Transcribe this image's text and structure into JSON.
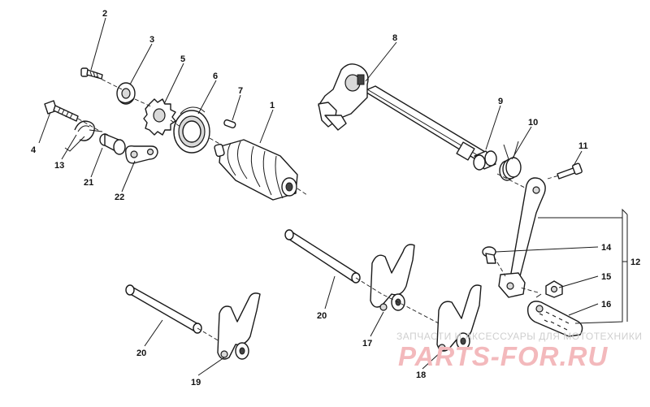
{
  "callouts": [
    {
      "id": "1",
      "label": "1"
    },
    {
      "id": "2",
      "label": "2"
    },
    {
      "id": "3",
      "label": "3"
    },
    {
      "id": "4",
      "label": "4"
    },
    {
      "id": "5",
      "label": "5"
    },
    {
      "id": "6",
      "label": "6"
    },
    {
      "id": "7",
      "label": "7"
    },
    {
      "id": "8",
      "label": "8"
    },
    {
      "id": "9",
      "label": "9"
    },
    {
      "id": "10",
      "label": "10"
    },
    {
      "id": "11",
      "label": "11"
    },
    {
      "id": "12",
      "label": "12"
    },
    {
      "id": "13",
      "label": "13"
    },
    {
      "id": "14",
      "label": "14"
    },
    {
      "id": "15",
      "label": "15"
    },
    {
      "id": "16",
      "label": "16"
    },
    {
      "id": "17",
      "label": "17"
    },
    {
      "id": "18",
      "label": "18"
    },
    {
      "id": "19",
      "label": "19"
    },
    {
      "id": "20a",
      "label": "20"
    },
    {
      "id": "20b",
      "label": "20"
    },
    {
      "id": "21",
      "label": "21"
    },
    {
      "id": "22",
      "label": "22"
    }
  ],
  "watermark": {
    "tagline": "ЗАПЧАСТИ И АКСЕССУАРЫ ДЛЯ МОТОТЕХНИКИ",
    "logo": "PARTS-FOR.RU"
  },
  "colors": {
    "line": "#1a1a1a",
    "watermark_logo": "#f3b9bc",
    "watermark_text": "#cfcfcf"
  }
}
